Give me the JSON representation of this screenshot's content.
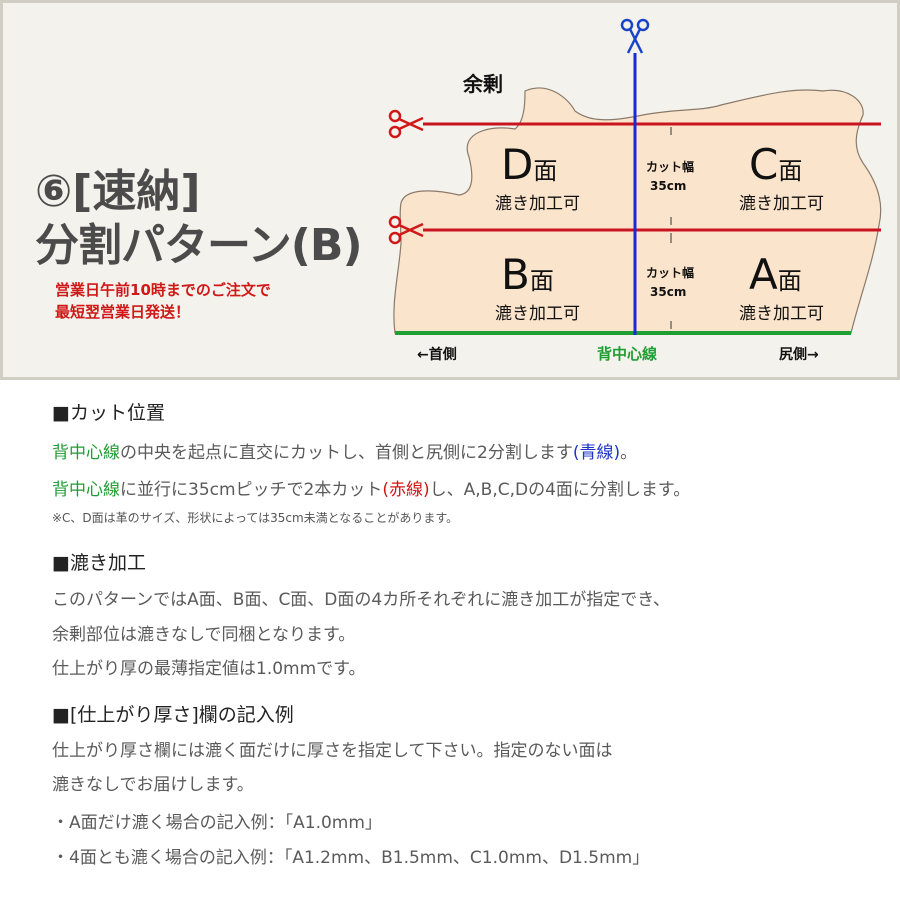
{
  "diagram": {
    "heading_line1": "⑥[速納]",
    "heading_line2": "分割パターン(B)",
    "notice_line1": "営業日午前10時までのご注文で",
    "notice_line2": "最短翌営業日発送！",
    "surplus_label": "余剰",
    "cut_width_label": "カット幅",
    "cut_width_value": "35cm",
    "panels": [
      {
        "letter": "D",
        "suffix": "面",
        "note": "漉き加工可"
      },
      {
        "letter": "C",
        "suffix": "面",
        "note": "漉き加工可"
      },
      {
        "letter": "B",
        "suffix": "面",
        "note": "漉き加工可"
      },
      {
        "letter": "A",
        "suffix": "面",
        "note": "漉き加工可"
      }
    ],
    "neck_label": "←首側",
    "backbone_label": "背中心線",
    "rump_label": "尻側→",
    "colors": {
      "leather": "#fbe4cc",
      "cut_red": "#c8141e",
      "center_blue": "#1a28d8",
      "backbone_green": "#1f9e34",
      "scissors_red": "#d01818",
      "scissors_blue": "#1a44c8"
    },
    "icons": [
      "scissors-icon"
    ]
  },
  "cut_position": {
    "title": "■カット位置",
    "l1_green": "背中心線",
    "l1_mid": "の中央を起点に直交にカットし、首側と尻側に2分割します",
    "l1_blue": "(青線)",
    "l1_end": "。",
    "l2_green": "背中心線",
    "l2_mid": "に並行に35cmピッチで2本カット",
    "l2_red": "(赤線)",
    "l2_end": "し、A,B,C,Dの4面に分割します。",
    "note": "※C、D面は革のサイズ、形状によっては35cm未満となることがあります。"
  },
  "skiving": {
    "title": "■漉き加工",
    "lines": [
      "このパターンではA面、B面、C面、D面の4カ所それぞれに漉き加工が指定でき、",
      "余剰部位は漉きなしで同梱となります。",
      "仕上がり厚の最薄指定値は1.0mmです。"
    ]
  },
  "thickness": {
    "title": "■[仕上がり厚さ]欄の記入例",
    "lines": [
      "仕上がり厚さ欄には漉く面だけに厚さを指定して下さい。指定のない面は",
      "漉きなしでお届けします。",
      "・A面だけ漉く場合の記入例：「A1.0mm」",
      "・4面とも漉く場合の記入例：「A1.2mm、B1.5mm、C1.0mm、D1.5mm」"
    ]
  }
}
